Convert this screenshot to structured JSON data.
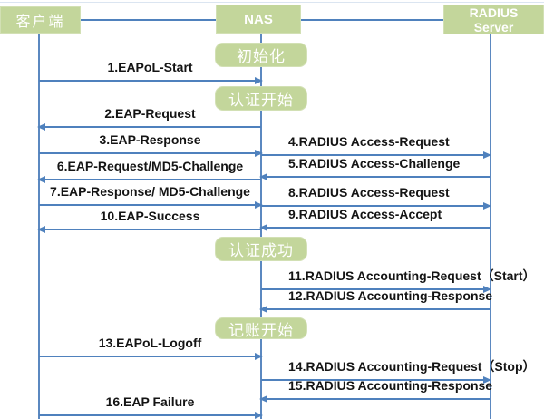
{
  "diagram": {
    "title_note": "802.1x EAP / RADIUS authentication and accounting sequence",
    "colors": {
      "actor_box": "#c3d69b",
      "line": "#4f81bd",
      "message_text": "#141414",
      "box_text": "#ffffff"
    },
    "actors": [
      {
        "id": "client",
        "label": "客户端"
      },
      {
        "id": "nas",
        "label": "NAS"
      },
      {
        "id": "radius",
        "label": "RADIUS Server",
        "line1": "RADIUS",
        "line2": "Server"
      }
    ],
    "phases": [
      {
        "id": "init",
        "label": "初始化",
        "on": "nas"
      },
      {
        "id": "auth-start",
        "label": "认证开始",
        "on": "nas"
      },
      {
        "id": "auth-success",
        "label": "认证成功",
        "on": "nas"
      },
      {
        "id": "accounting-start",
        "label": "记账开始",
        "on": "nas"
      }
    ],
    "messages": [
      {
        "label": "1.EAPoL-Start",
        "from": "client",
        "to": "nas",
        "direction": "right"
      },
      {
        "label": "2.EAP-Request",
        "from": "nas",
        "to": "client",
        "direction": "left"
      },
      {
        "label": "3.EAP-Response",
        "from": "client",
        "to": "nas",
        "direction": "right"
      },
      {
        "label": "4.RADIUS Access-Request",
        "from": "nas",
        "to": "radius",
        "direction": "right"
      },
      {
        "label": "5.RADIUS Access-Challenge",
        "from": "radius",
        "to": "nas",
        "direction": "left"
      },
      {
        "label": "6.EAP-Request/MD5-Challenge",
        "from": "nas",
        "to": "client",
        "direction": "left"
      },
      {
        "label": "7.EAP-Response/ MD5-Challenge",
        "from": "client",
        "to": "nas",
        "direction": "right"
      },
      {
        "label": "8.RADIUS Access-Request",
        "from": "nas",
        "to": "radius",
        "direction": "right"
      },
      {
        "label": "9.RADIUS Access-Accept",
        "from": "radius",
        "to": "nas",
        "direction": "left"
      },
      {
        "label": "10.EAP-Success",
        "from": "nas",
        "to": "client",
        "direction": "left"
      },
      {
        "label": "11.RADIUS Accounting-Request（Start）",
        "from": "nas",
        "to": "radius",
        "direction": "right"
      },
      {
        "label": "12.RADIUS Accounting-Response",
        "from": "radius",
        "to": "nas",
        "direction": "left"
      },
      {
        "label": "13.EAPoL-Logoff",
        "from": "client",
        "to": "nas",
        "direction": "right"
      },
      {
        "label": "14.RADIUS Accounting-Request（Stop）",
        "from": "nas",
        "to": "radius",
        "direction": "right"
      },
      {
        "label": "15.RADIUS Accounting-Response",
        "from": "radius",
        "to": "nas",
        "direction": "left"
      },
      {
        "label": "16.EAP Failure",
        "from": "client",
        "to": "nas",
        "direction": "right"
      }
    ]
  }
}
